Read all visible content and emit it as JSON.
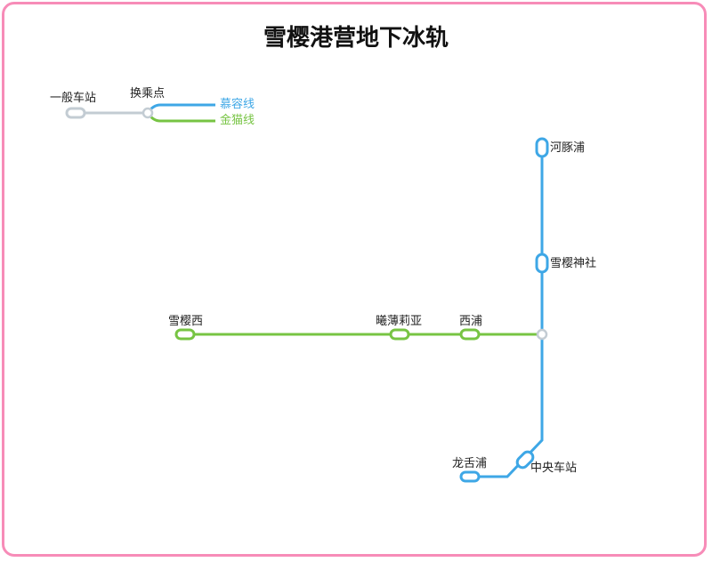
{
  "title": "雪樱港营地下冰轨",
  "colors": {
    "blue_line": "#3ea7e6",
    "green_line": "#77c443",
    "gray_line": "#c3ccd3",
    "border": "#f78cb8"
  },
  "legend": {
    "station_label": "一般车站",
    "transfer_label": "换乘点",
    "line_blue_label": "慕容线",
    "line_green_label": "金猫线"
  },
  "lines": [
    {
      "name": "慕容线",
      "stations": [
        "河豚浦",
        "雪樱神社",
        "中央车站",
        "龙舌浦"
      ]
    },
    {
      "name": "金猫线",
      "stations": [
        "雪樱西",
        "曦薄莉亚",
        "西浦"
      ]
    }
  ],
  "stations": {
    "hetunpu": "河豚浦",
    "xueying_shrine": "雪樱神社",
    "xueying_west": "雪樱西",
    "xibaoliya": "曦薄莉亚",
    "xipu": "西浦",
    "central": "中央车站",
    "longshepu": "龙舌浦"
  }
}
